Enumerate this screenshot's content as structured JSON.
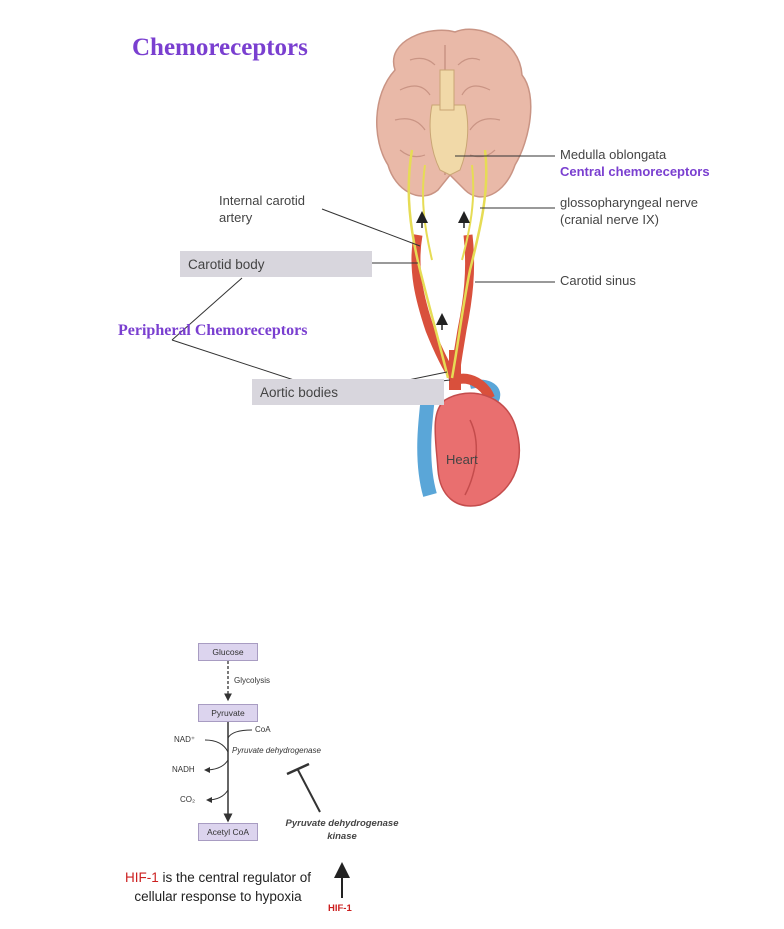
{
  "title": "Chemoreceptors",
  "anatomy": {
    "medulla": "Medulla oblongata",
    "central": "Central chemoreceptors",
    "glosso": "glossopharyngeal nerve\n(cranial nerve IX)",
    "internal_carotid": "Internal carotid\nartery",
    "carotid_body": "Carotid body",
    "carotid_sinus": "Carotid sinus",
    "peripheral": "Peripheral Chemoreceptors",
    "aortic": "Aortic bodies",
    "heart": "Heart"
  },
  "pathway": {
    "glucose": "Glucose",
    "glycolysis": "Glycolysis",
    "pyruvate": "Pyruvate",
    "coa": "CoA",
    "nad": "NAD⁺",
    "pdh": "Pyruvate dehydrogenase",
    "nadh": "NADH",
    "co2": "CO₂",
    "acetyl": "Acetyl CoA",
    "pdk": "Pyruvate dehydrogenase\nkinase",
    "hif": "HIF-1"
  },
  "caption": {
    "hif": "HIF-1",
    "rest_line1": " is the central regulator of",
    "line2": "cellular response to hypoxia"
  },
  "colors": {
    "title": "#7a3fd0",
    "artery": "#d9503c",
    "vein": "#5aa6d8",
    "nerve": "#e6dc55",
    "brain": "#e9b9a8",
    "hif_red": "#cc1f1f"
  }
}
